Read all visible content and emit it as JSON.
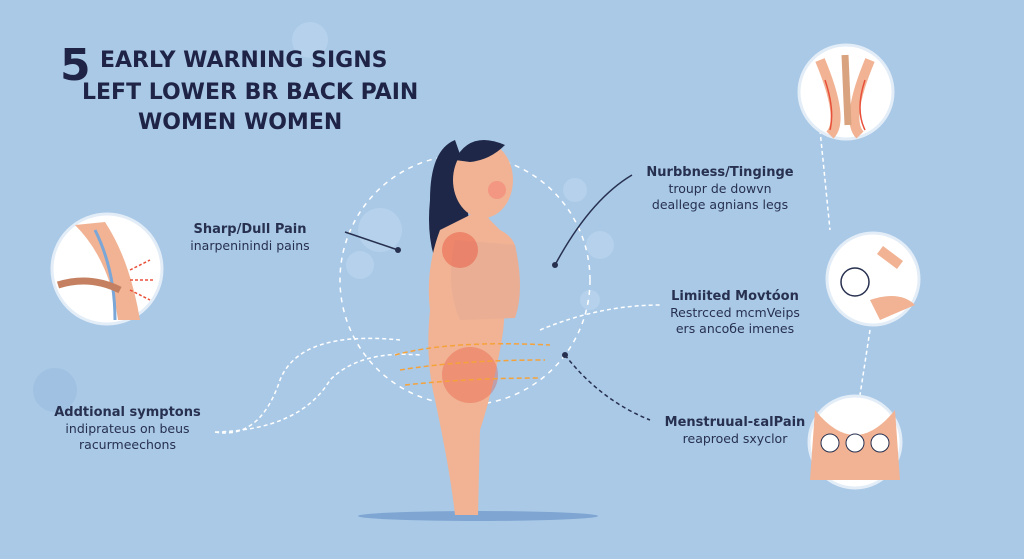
{
  "title": {
    "number": "5",
    "line1": "EARLY WARNING SIGNS",
    "line2": "LEFT LOWER BR BACK PAIN",
    "line3": "WOMEN WOMEN"
  },
  "signs": [
    {
      "heading": "Sharp/Dull Pain",
      "lines": [
        "inarpeninindi pains"
      ]
    },
    {
      "heading": "Nurbbness/Tinginge",
      "lines": [
        "troupr de dowvn",
        "deallege agnians legs"
      ]
    },
    {
      "heading": "Limiited Movtóon",
      "lines": [
        "Restrcced mcmVeips",
        "ers ancoбe imenes"
      ]
    },
    {
      "heading": "Menstruual-ɛalPain",
      "lines": [
        "reaproed sxyclor"
      ]
    },
    {
      "heading": "Addtional symptons",
      "lines": [
        "indiprateus on beus",
        "racurmeechons"
      ]
    }
  ],
  "colors": {
    "background": "#a9c9e7",
    "text": "#27304f",
    "skin": "#f1b394",
    "pain": "#e8503a"
  }
}
